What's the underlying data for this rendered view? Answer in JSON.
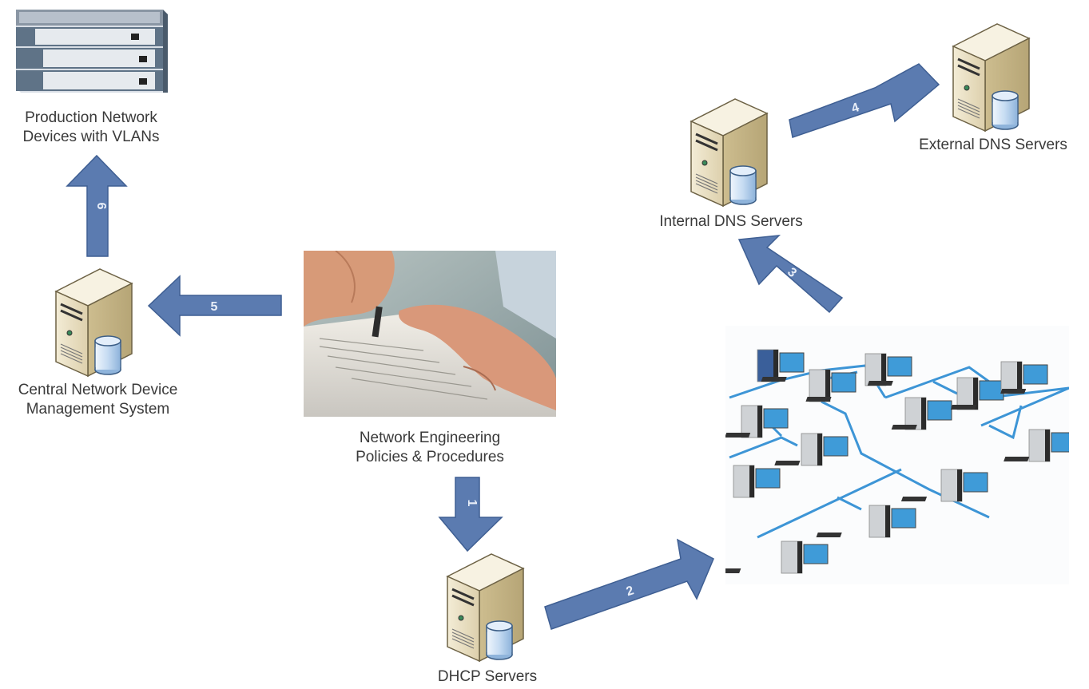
{
  "diagram": {
    "colors": {
      "arrow_fill": "#5b7bb0",
      "arrow_stroke": "#3f5f93",
      "arrow_label": "#e8eef8",
      "server_body": "#e6dcc0",
      "database": "#b9d3ee",
      "network_cable": "#3d95d6",
      "monitor": "#3f9bd8"
    },
    "nodes": {
      "production_devices": {
        "label_line1": "Production Network",
        "label_line2": "Devices with VLANs",
        "icon": "router-stack-icon"
      },
      "central_mgmt": {
        "label_line1": "Central Network Device",
        "label_line2": "Management System",
        "icon": "server-icon"
      },
      "policies": {
        "label_line1": "Network Engineering",
        "label_line2": "Policies & Procedures",
        "icon": "document-signing-photo"
      },
      "dhcp": {
        "label": "DHCP Servers",
        "icon": "server-icon"
      },
      "internal_dns": {
        "label": "Internal DNS Servers",
        "icon": "server-icon"
      },
      "external_dns": {
        "label": "External DNS Servers",
        "icon": "server-icon"
      },
      "client_network": {
        "icon": "network-clients-icon"
      }
    },
    "arrows": [
      {
        "number": "1",
        "from": "Network Engineering Policies & Procedures",
        "to": "DHCP Servers"
      },
      {
        "number": "2",
        "from": "DHCP Servers",
        "to": "Client Network"
      },
      {
        "number": "3",
        "from": "Client Network",
        "to": "Internal DNS Servers"
      },
      {
        "number": "4",
        "from": "Internal DNS Servers",
        "to": "External DNS Servers"
      },
      {
        "number": "5",
        "from": "Network Engineering Policies & Procedures",
        "to": "Central Network Device Management System"
      },
      {
        "number": "6",
        "from": "Central Network Device Management System",
        "to": "Production Network Devices with VLANs"
      }
    ]
  }
}
